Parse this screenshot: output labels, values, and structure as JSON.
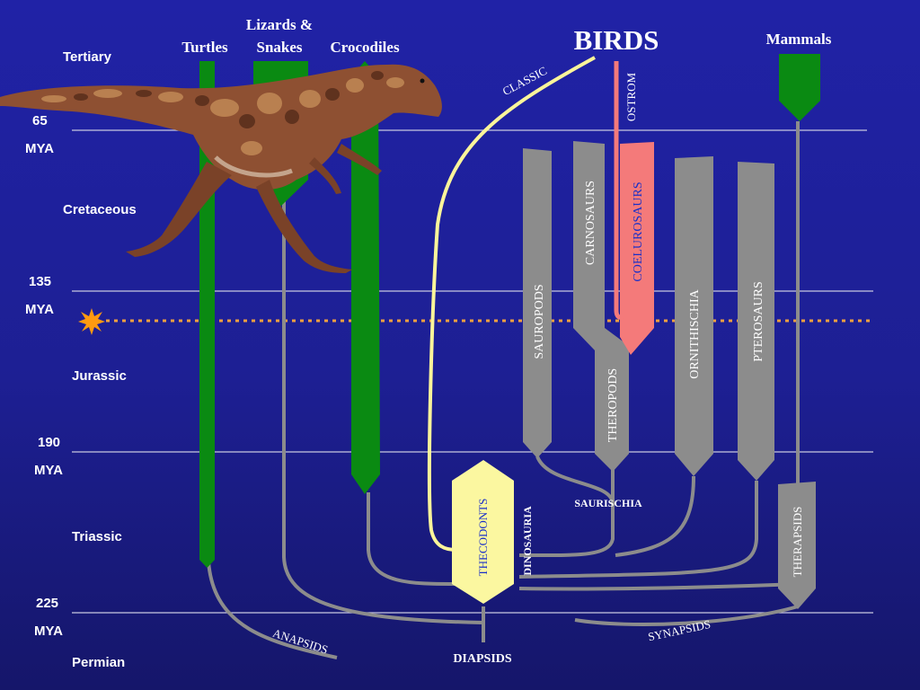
{
  "eras": [
    {
      "mya": "",
      "unit": "",
      "name": "Tertiary"
    },
    {
      "mya": "65",
      "unit": "MYA",
      "name": "Cretaceous"
    },
    {
      "mya": "135",
      "unit": "MYA",
      "name": "Jurassic"
    },
    {
      "mya": "190",
      "unit": "MYA",
      "name": "Triassic"
    },
    {
      "mya": "225",
      "unit": "MYA",
      "name": "Permian"
    }
  ],
  "top_labels": {
    "turtles": "Turtles",
    "lizards_line1": "Lizards &",
    "lizards_line2": "Snakes",
    "crocodiles": "Crocodiles",
    "birds": "BIRDS",
    "mammals": "Mammals"
  },
  "lineage_labels": {
    "classic": "CLASSIC",
    "ostrom": "OSTROM",
    "carnosaurs": "CARNOSAURS",
    "coelurosaurs": "COELUROSAURS",
    "sauropods": "SAUROPODS",
    "theropods": "THEROPODS",
    "ornithischia": "ORNITHISCHIA",
    "pterosaurs": "PTEROSAURS",
    "therapsids": "THERAPSIDS",
    "thecodonts": "THECODONTS",
    "dinosauria": "DINOSAURIA",
    "saurischia": "SAURISCHIA",
    "anapsids": "ANAPSIDS",
    "synapsids": "SYNAPSIDS",
    "diapsids": "DIAPSIDS"
  },
  "colors": {
    "background": "#1e1f9a",
    "green": "#0a8a12",
    "grey": "#8c8c8c",
    "pink": "#f47a7a",
    "yellow_lineage": "#fbf59a",
    "thecodont_box": "#fbf7a0",
    "dotted_line": "#f0a040",
    "star": "#ff9a10"
  }
}
